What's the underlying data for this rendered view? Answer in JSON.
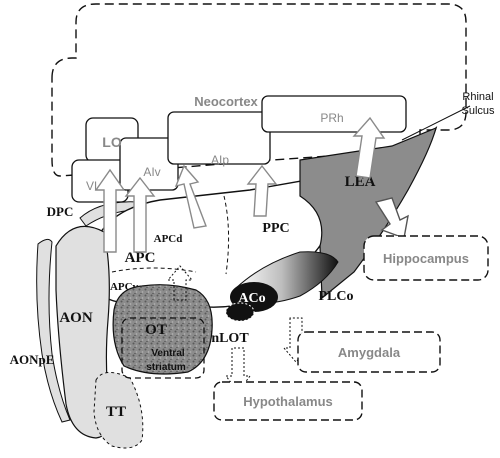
{
  "colors": {
    "background": "#ffffff",
    "outline": "#111111",
    "gray_text": "#888888",
    "light_gray_fill": "#e0e0e0",
    "mid_gray_fill": "#8c8c8c",
    "dark_fill": "#111111",
    "arrow_outline": "#8a8a8a"
  },
  "regions": {
    "neocortex": "Neocortex",
    "lo": "LO",
    "vlo": "VLO",
    "aiv": "AIv",
    "aip": "AIp",
    "prh": "PRh",
    "rhinal_sulcus_line1": "Rhinal",
    "rhinal_sulcus_line2": "Sulcus",
    "lea": "LEA",
    "dpc": "DPC",
    "ppc": "PPC",
    "apcd": "APCd",
    "apc": "APC",
    "apcv": "APCv",
    "aon": "AON",
    "aonpe": "AONpE",
    "tt": "TT",
    "ot": "OT",
    "ventral_striatum_line1": "Ventral",
    "ventral_striatum_line2": "striatum",
    "aco": "ACo",
    "plco": "PLCo",
    "nlot": "nLOT"
  },
  "targets": {
    "hippocampus": "Hippocampus",
    "amygdala": "Amygdala",
    "hypothalamus": "Hypothalamus"
  }
}
